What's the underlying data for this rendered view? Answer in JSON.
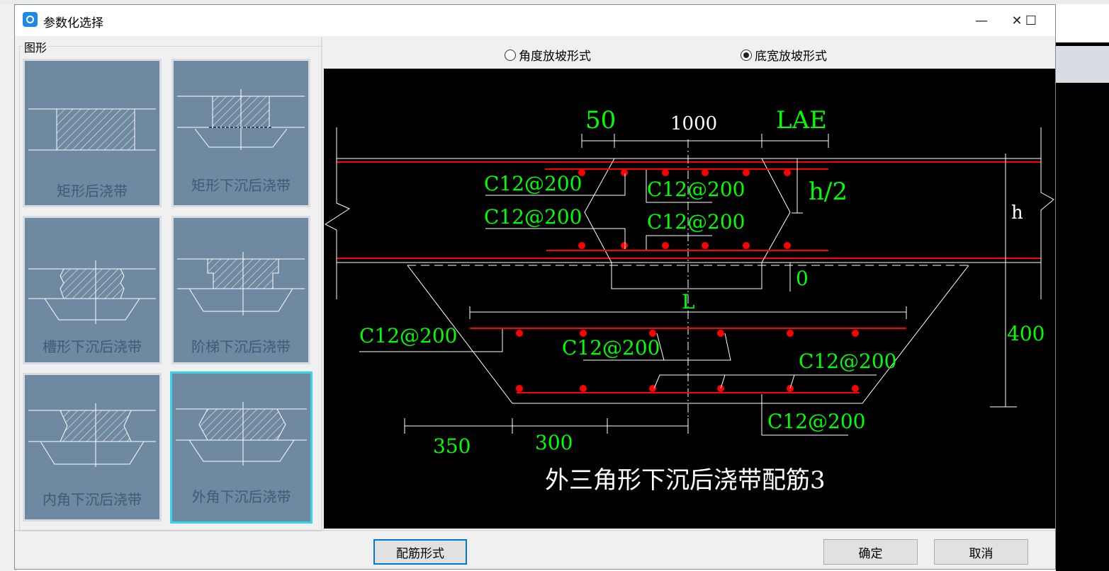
{
  "window": {
    "title": "参数化选择",
    "minimize_glyph": "—",
    "maximize_glyph": "☐",
    "close_glyph": "✕"
  },
  "left_panel": {
    "group_label": "图形",
    "shapes": [
      {
        "label": "矩形后浇带",
        "selected": false
      },
      {
        "label": "矩形下沉后浇带",
        "selected": false
      },
      {
        "label": "槽形下沉后浇带",
        "selected": false
      },
      {
        "label": "阶梯下沉后浇带",
        "selected": false
      },
      {
        "label": "内角下沉后浇带",
        "selected": false
      },
      {
        "label": "外角下沉后浇带",
        "selected": true
      }
    ]
  },
  "options": {
    "angle_slope": {
      "label": "角度放坡形式",
      "checked": false
    },
    "width_slope": {
      "label": "底宽放坡形式",
      "checked": true
    }
  },
  "drawing": {
    "title": "外三角形下沉后浇带配筋3",
    "dims": {
      "d50": "50",
      "d1000": "1000",
      "lae": "LAE",
      "h_half": "h/2",
      "h": "h",
      "zero": "0",
      "L": "L",
      "d400": "400",
      "d350": "350",
      "d300": "300"
    },
    "rebar_labels": [
      "C12@200",
      "C12@200",
      "C12@200",
      "C12@200",
      "C12@200",
      "C12@200",
      "C12@200",
      "C12@200"
    ],
    "colors": {
      "rebar": "#ff0000",
      "lines": "#ffffff",
      "text": "#00ff00",
      "background": "#000000"
    }
  },
  "buttons": {
    "rebar_form": "配筋形式",
    "ok": "确定",
    "cancel": "取消"
  }
}
